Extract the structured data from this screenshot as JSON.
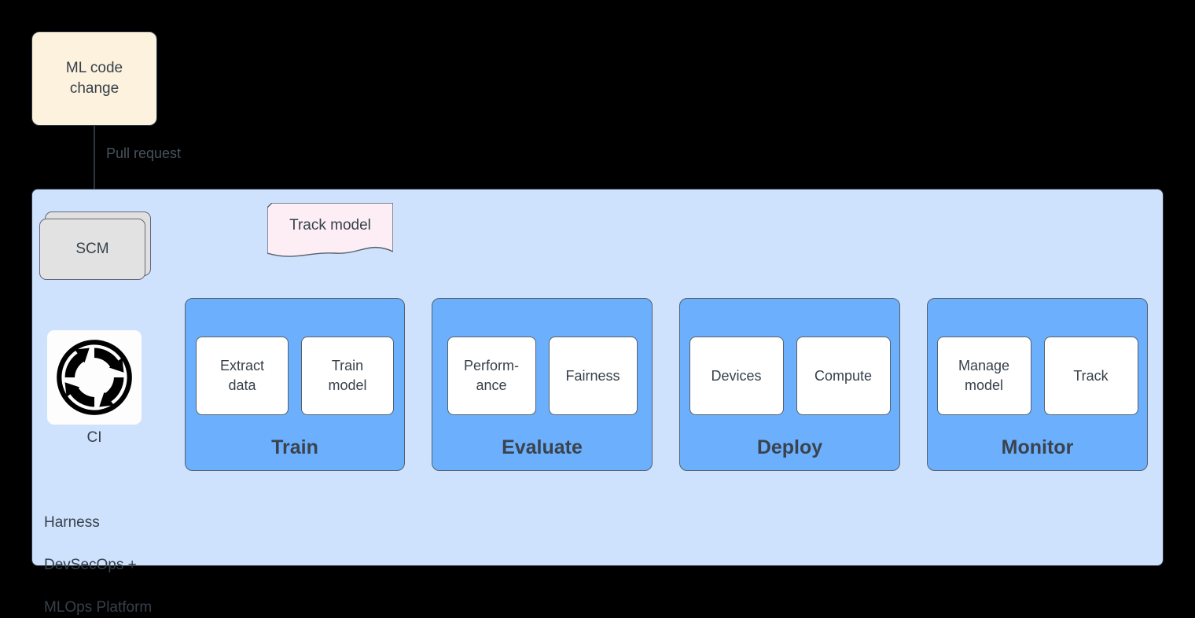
{
  "diagram": {
    "title": "Harness DevSecOps + MLOps Platform pipeline",
    "colors": {
      "background": "#000000",
      "panel_fill": "#cfe2fd",
      "stage_fill": "#6cb0fd",
      "task_fill": "#ffffff",
      "source_fill": "#fdf2dd",
      "scm_fill": "#e2e2e2",
      "note_fill": "#fdeef6",
      "stroke": "#2a3744",
      "text": "#36404a"
    }
  },
  "source_node": {
    "label": "ML code\nchange",
    "line1": "ML code",
    "line2": "change"
  },
  "edges": {
    "pull_request_label": "Pull request"
  },
  "platform": {
    "label": "Harness\nDevSecOps +\nMLOps Platform",
    "line1": "Harness",
    "line2": "DevSecOps +",
    "line3": "MLOps Platform"
  },
  "scm": {
    "label": "SCM"
  },
  "ci": {
    "label": "CI",
    "icon": "ci-cycle-arrows-icon"
  },
  "note": {
    "label": "Track model"
  },
  "stages": [
    {
      "id": "train",
      "title": "Train",
      "tasks": [
        {
          "label": "Extract\ndata",
          "line1": "Extract",
          "line2": "data"
        },
        {
          "label": "Train\nmodel",
          "line1": "Train",
          "line2": "model"
        }
      ]
    },
    {
      "id": "evaluate",
      "title": "Evaluate",
      "tasks": [
        {
          "label": "Perform-\nance",
          "line1": "Perform-",
          "line2": "ance"
        },
        {
          "label": "Fairness",
          "line1": "Fairness",
          "line2": ""
        }
      ]
    },
    {
      "id": "deploy",
      "title": "Deploy",
      "tasks": [
        {
          "label": "Devices",
          "line1": "Devices",
          "line2": ""
        },
        {
          "label": "Compute",
          "line1": "Compute",
          "line2": ""
        }
      ]
    },
    {
      "id": "monitor",
      "title": "Monitor",
      "tasks": [
        {
          "label": "Manage\nmodel",
          "line1": "Manage",
          "line2": "model"
        },
        {
          "label": "Track",
          "line1": "Track",
          "line2": ""
        }
      ]
    }
  ]
}
